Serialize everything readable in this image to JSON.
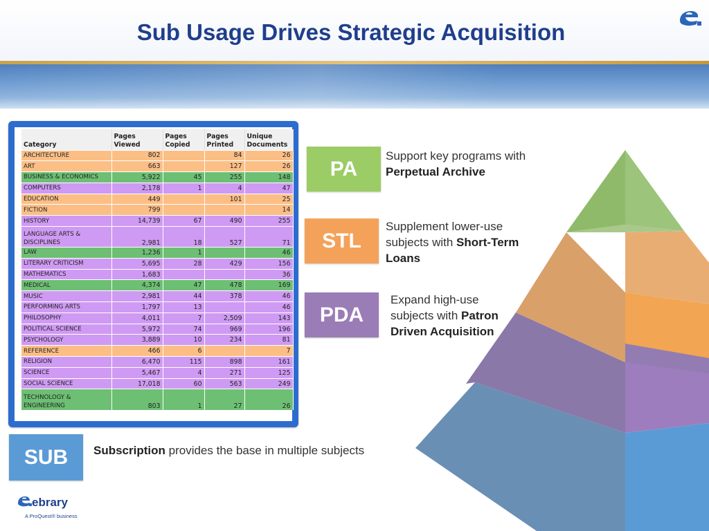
{
  "title": "Sub Usage Drives Strategic Acquisition",
  "colors": {
    "title": "#1f3f8c",
    "pa": "#9ccc65",
    "stl": "#f4a25a",
    "pda": "#9a7cb6",
    "sub": "#5b9bd5"
  },
  "table": {
    "headers": [
      "Category",
      "Pages Viewed",
      "Pages Copied",
      "Pages Printed",
      "Unique Documents"
    ],
    "rows": [
      {
        "category": "ARCHITECTURE",
        "viewed": "802",
        "copied": "",
        "printed": "84",
        "unique": "26",
        "color": "orange"
      },
      {
        "category": "ART",
        "viewed": "663",
        "copied": "",
        "printed": "127",
        "unique": "26",
        "color": "orange"
      },
      {
        "category": "BUSINESS & ECONOMICS",
        "viewed": "5,922",
        "copied": "45",
        "printed": "255",
        "unique": "148",
        "color": "green"
      },
      {
        "category": "COMPUTERS",
        "viewed": "2,178",
        "copied": "1",
        "printed": "4",
        "unique": "47",
        "color": "purple"
      },
      {
        "category": "EDUCATION",
        "viewed": "449",
        "copied": "",
        "printed": "101",
        "unique": "25",
        "color": "orange"
      },
      {
        "category": "FICTION",
        "viewed": "799",
        "copied": "",
        "printed": "",
        "unique": "14",
        "color": "orange"
      },
      {
        "category": "HISTORY",
        "viewed": "14,739",
        "copied": "67",
        "printed": "490",
        "unique": "255",
        "color": "purple"
      },
      {
        "category": "LANGUAGE ARTS & DISCIPLINES",
        "viewed": "2,981",
        "copied": "18",
        "printed": "527",
        "unique": "71",
        "color": "purple"
      },
      {
        "category": "LAW",
        "viewed": "1,236",
        "copied": "1",
        "printed": "",
        "unique": "46",
        "color": "green"
      },
      {
        "category": "LITERARY CRITICISM",
        "viewed": "5,695",
        "copied": "28",
        "printed": "429",
        "unique": "156",
        "color": "purple"
      },
      {
        "category": "MATHEMATICS",
        "viewed": "1,683",
        "copied": "",
        "printed": "",
        "unique": "36",
        "color": "purple"
      },
      {
        "category": "MEDICAL",
        "viewed": "4,374",
        "copied": "47",
        "printed": "478",
        "unique": "169",
        "color": "green"
      },
      {
        "category": "MUSIC",
        "viewed": "2,981",
        "copied": "44",
        "printed": "378",
        "unique": "46",
        "color": "purple"
      },
      {
        "category": "PERFORMING ARTS",
        "viewed": "1,797",
        "copied": "13",
        "printed": "",
        "unique": "46",
        "color": "purple"
      },
      {
        "category": "PHILOSOPHY",
        "viewed": "4,011",
        "copied": "7",
        "printed": "2,509",
        "unique": "143",
        "color": "purple"
      },
      {
        "category": "POLITICAL SCIENCE",
        "viewed": "5,972",
        "copied": "74",
        "printed": "969",
        "unique": "196",
        "color": "purple"
      },
      {
        "category": "PSYCHOLOGY",
        "viewed": "3,889",
        "copied": "10",
        "printed": "234",
        "unique": "81",
        "color": "purple"
      },
      {
        "category": "REFERENCE",
        "viewed": "466",
        "copied": "6",
        "printed": "",
        "unique": "7",
        "color": "orange"
      },
      {
        "category": "RELIGION",
        "viewed": "6,470",
        "copied": "115",
        "printed": "898",
        "unique": "161",
        "color": "purple"
      },
      {
        "category": "SCIENCE",
        "viewed": "5,467",
        "copied": "4",
        "printed": "271",
        "unique": "125",
        "color": "purple"
      },
      {
        "category": "SOCIAL SCIENCE",
        "viewed": "17,018",
        "copied": "60",
        "printed": "563",
        "unique": "249",
        "color": "purple"
      },
      {
        "category": "TECHNOLOGY & ENGINEERING",
        "viewed": "803",
        "copied": "1",
        "printed": "27",
        "unique": "26",
        "color": "green"
      }
    ]
  },
  "tiers": {
    "pa": {
      "label": "PA",
      "text_pre": "Support key programs with ",
      "text_bold": "Perpetual Archive",
      "text_post": ""
    },
    "stl": {
      "label": "STL",
      "text_pre": "Supplement lower-use subjects with ",
      "text_bold": "Short-Term Loans",
      "text_post": ""
    },
    "pda": {
      "label": "PDA",
      "text_pre": "Expand high-use subjects with ",
      "text_bold": "Patron Driven Acquisition",
      "text_post": ""
    },
    "sub": {
      "label": "SUB",
      "text_pre": "",
      "text_bold": "Subscription",
      "text_post": " provides the base in multiple subjects"
    }
  },
  "footer": {
    "brand": "ebrary",
    "tagline": "A ProQuest® business"
  }
}
